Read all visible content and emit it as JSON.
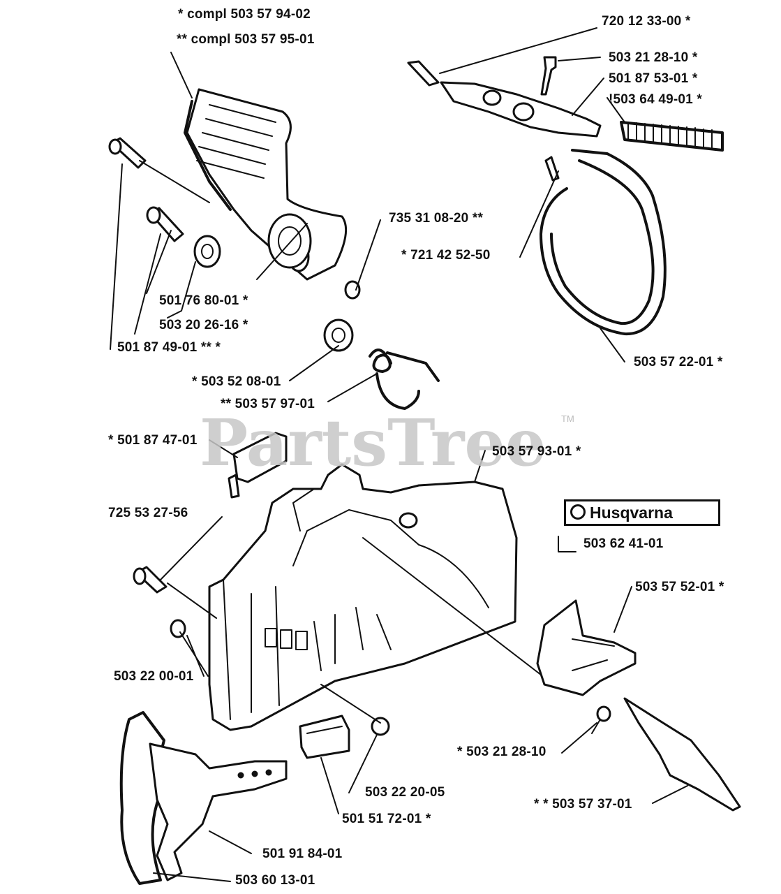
{
  "watermark": {
    "text": "PartsTree",
    "trademark": "TM"
  },
  "brand_plate": {
    "text": "Husqvarna"
  },
  "labels": {
    "compl_1": "*  compl 503 57 94-02",
    "compl_2": "**  compl 503 57 95-01",
    "p720": "720 12 33-00 *",
    "p503212810a": "503 21 28-10  *",
    "p501875301": "501 87 53-01  *",
    "p503644901": "!503 64 49-01  *",
    "p735310820": "735 31 08-20  **",
    "p721425250": "*  721 42 52-50",
    "p501768001": "501 76 80-01  *",
    "p503202616": "503 20 26-16  *",
    "p501874901": "501 87 49-01  ** *",
    "p503520801": "*  503 52 08-01",
    "p503579701": "**  503 57 97-01",
    "p503572201": "503 57 22-01    *",
    "p501874701": "*  501 87 47-01",
    "p503579301": "503 57 93-01  *",
    "p725532756": "725 53 27-56",
    "p503624101": "503 62 41-01",
    "p503575201": "503 57 52-01  *",
    "p503220001": "503 22 00-01",
    "p503212810b": "*  503 21 28-10",
    "p503222005": "503 22 20-05",
    "p501517201": "501 51 72-01  *",
    "p503573701": "*  *  503 57 37-01",
    "p501918401": "501 91 84-01",
    "p503601301": "503 60 13-01"
  }
}
